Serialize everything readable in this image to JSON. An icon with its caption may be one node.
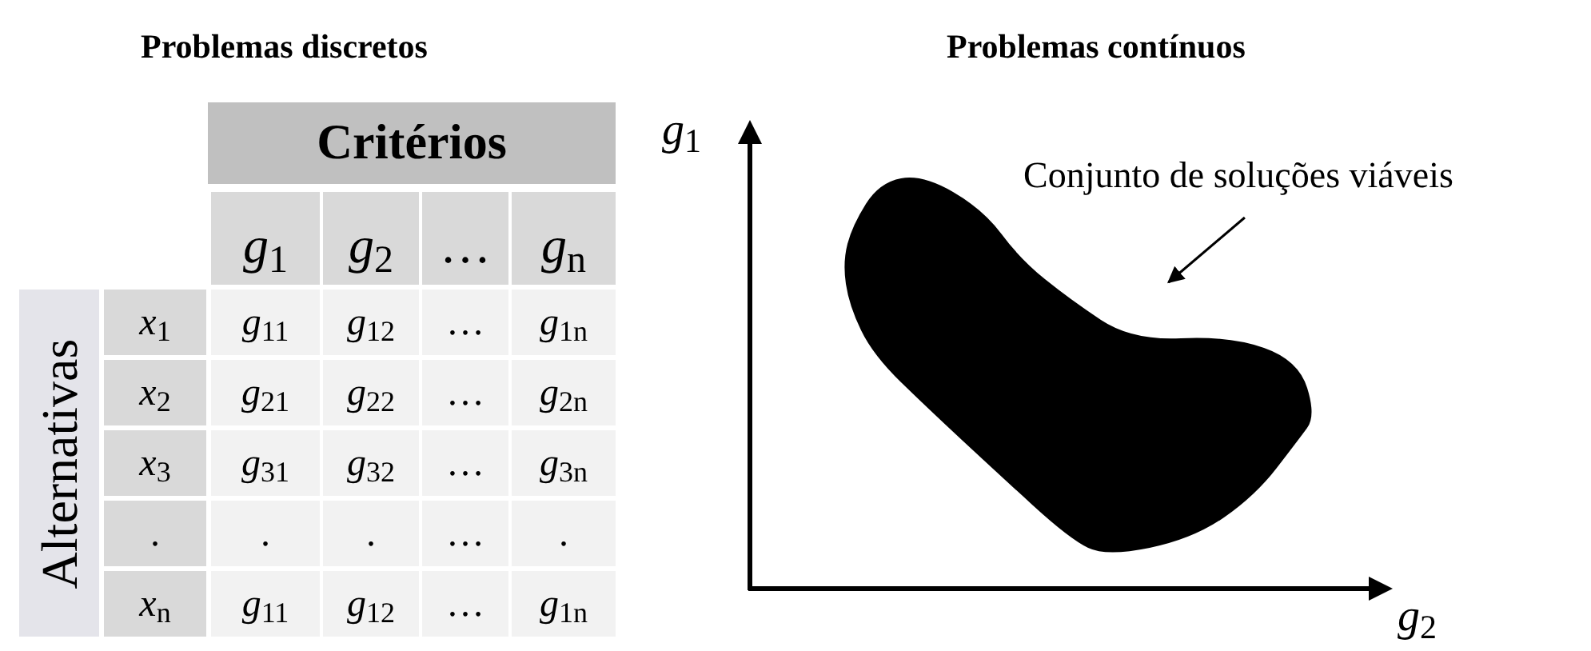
{
  "diagram": {
    "nodes": [
      {
        "text": [
          "Conjunto de soluções viáveis"
        ]
      },
      {
        "text": [],
        "shape": "blob"
      }
    ],
    "edges": [
      {
        "from": 0,
        "to": 1,
        "arrow": "to"
      }
    ],
    "labels": [
      "Problemas discretos",
      "Problemas contínuos",
      "Critérios",
      "*g*$_{1}$",
      "*g*$_{2}$",
      "…",
      "*g*$_{n}$",
      "Alternativas",
      "*x*$_{1}$",
      "*g*$_{11}$",
      "*g*$_{12}$",
      "…",
      "*g*$_{1n}$",
      "*x*$_{2}$",
      "*g*$_{21}$",
      "*g*$_{22}$",
      "…",
      "*g*$_{2n}$",
      "*x*$_{3}$",
      "*g*$_{31}$",
      "*g*$_{32}$",
      "…",
      "*g*$_{3n}$",
      ".",
      ".",
      ".",
      "…",
      ".",
      "*x*$_{n}$",
      "*g*$_{11}$",
      "*g*$_{12}$",
      "…",
      "*g*$_{1n}$",
      "*g*$_{1}$",
      "*g*$_{2}$"
    ]
  }
}
